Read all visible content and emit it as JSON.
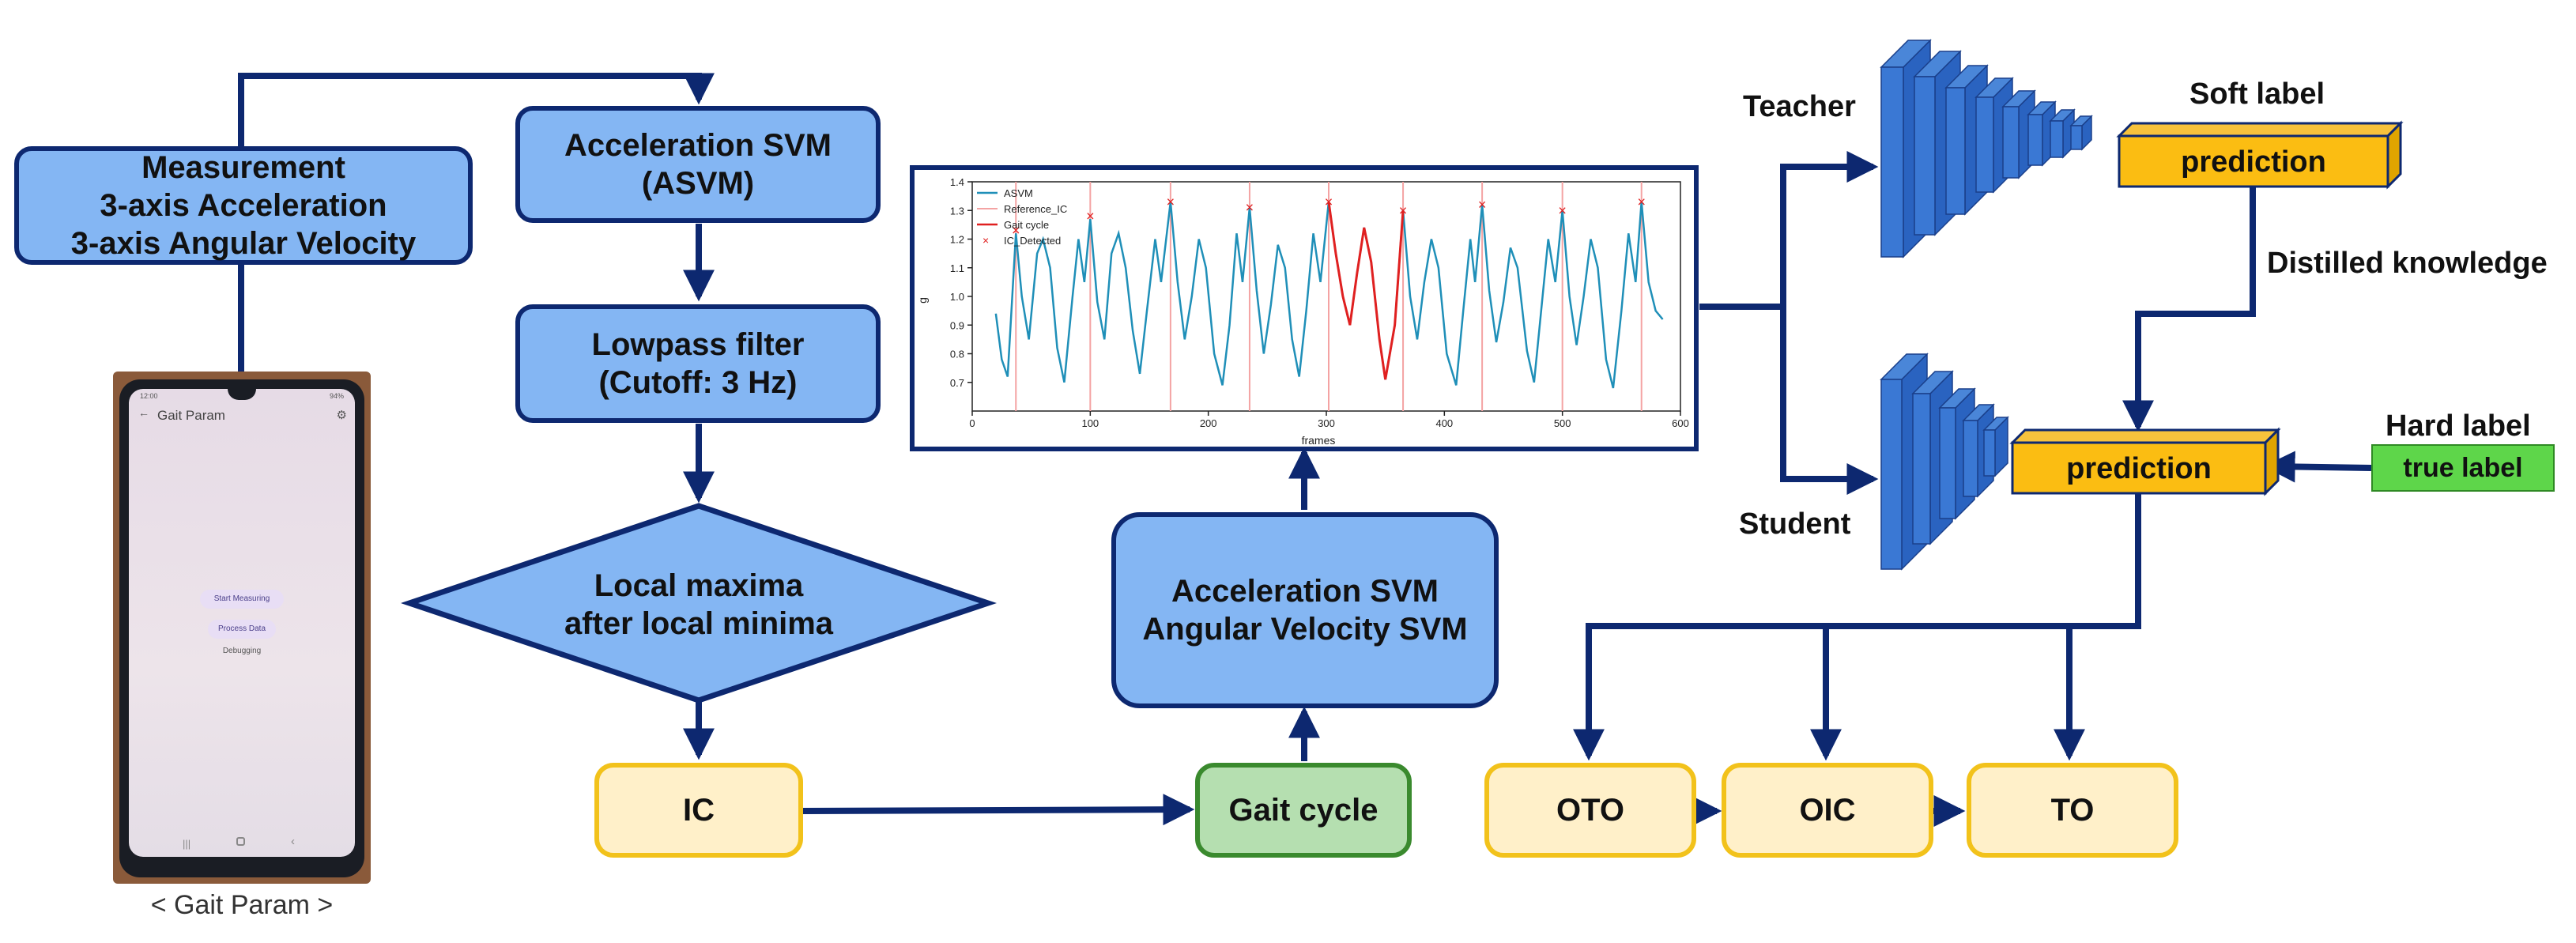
{
  "flow": {
    "measurement": [
      "Measurement",
      "3-axis Acceleration",
      "3-axis Angular Velocity"
    ],
    "asvm": [
      "Acceleration SVM",
      "(ASVM)"
    ],
    "lowpass": [
      "Lowpass filter",
      "(Cutoff: 3 Hz)"
    ],
    "local": [
      "Local maxima",
      "after local minima"
    ],
    "ic": "IC",
    "gait_cycle": "Gait cycle",
    "svm": [
      "Acceleration SVM",
      "Angular Velocity SVM"
    ]
  },
  "phone": {
    "caption": "< Gait Param >",
    "status_left": "12:00",
    "status_right": "94%",
    "app_title": "Gait Param",
    "btn_start": "Start Measuring",
    "btn_process": "Process Data",
    "debug_text": "Debugging"
  },
  "kd": {
    "teacher": "Teacher",
    "student": "Student",
    "soft_label": "Soft label",
    "soft_prediction": "prediction",
    "distilled": "Distilled knowledge",
    "student_prediction": "prediction",
    "hard_label": "Hard label",
    "true_label": "true label",
    "outputs": [
      "OTO",
      "OIC",
      "TO"
    ]
  },
  "chart_data": {
    "type": "line",
    "title": "",
    "xlabel": "frames",
    "ylabel": "g",
    "xlim": [
      0,
      600
    ],
    "ylim": [
      0.6,
      1.4
    ],
    "xticks": [
      0,
      100,
      200,
      300,
      400,
      500,
      600
    ],
    "yticks": [
      0.7,
      0.8,
      0.9,
      1.0,
      1.1,
      1.2,
      1.3,
      1.4
    ],
    "grid": false,
    "legend_position": "top-left",
    "legend": [
      "ASVM",
      "Reference_IC",
      "Gait cycle",
      "IC_Detected"
    ],
    "reference_ic": [
      37,
      100,
      168,
      235,
      302,
      365,
      432,
      500,
      567
    ],
    "ic_detected": [
      [
        37,
        1.23
      ],
      [
        100,
        1.28
      ],
      [
        168,
        1.33
      ],
      [
        235,
        1.31
      ],
      [
        302,
        1.33
      ],
      [
        365,
        1.3
      ],
      [
        432,
        1.32
      ],
      [
        500,
        1.3
      ],
      [
        567,
        1.33
      ]
    ],
    "gait_cycle_range": [
      300,
      366
    ],
    "series": [
      {
        "name": "ASVM",
        "x": [
          20,
          25,
          30,
          37,
          42,
          48,
          55,
          60,
          66,
          72,
          78,
          85,
          90,
          95,
          100,
          106,
          112,
          118,
          124,
          130,
          136,
          142,
          148,
          155,
          160,
          168,
          174,
          180,
          186,
          192,
          198,
          205,
          212,
          218,
          224,
          229,
          235,
          241,
          247,
          253,
          259,
          265,
          271,
          277,
          283,
          289,
          295,
          302,
          308,
          314,
          320,
          326,
          332,
          338,
          345,
          350,
          358,
          365,
          371,
          377,
          383,
          389,
          395,
          402,
          410,
          416,
          422,
          426,
          432,
          438,
          444,
          450,
          456,
          462,
          470,
          476,
          482,
          488,
          494,
          500,
          506,
          512,
          518,
          524,
          530,
          537,
          543,
          550,
          556,
          562,
          567,
          573,
          579,
          585
        ],
        "y": [
          0.94,
          0.78,
          0.72,
          1.22,
          1.0,
          0.85,
          1.15,
          1.2,
          1.1,
          0.82,
          0.7,
          1.0,
          1.2,
          1.05,
          1.27,
          0.98,
          0.85,
          1.15,
          1.22,
          1.1,
          0.88,
          0.73,
          0.95,
          1.2,
          1.05,
          1.33,
          1.05,
          0.85,
          1.0,
          1.2,
          1.1,
          0.8,
          0.69,
          0.9,
          1.22,
          1.05,
          1.31,
          1.02,
          0.8,
          0.97,
          1.18,
          1.1,
          0.85,
          0.72,
          0.95,
          1.22,
          1.05,
          1.33,
          1.15,
          1.0,
          0.9,
          1.08,
          1.24,
          1.12,
          0.85,
          0.71,
          0.9,
          1.3,
          1.0,
          0.85,
          1.05,
          1.2,
          1.1,
          0.8,
          0.69,
          0.95,
          1.2,
          1.05,
          1.32,
          1.02,
          0.84,
          0.98,
          1.17,
          1.1,
          0.81,
          0.7,
          0.95,
          1.2,
          1.05,
          1.3,
          1.0,
          0.83,
          1.0,
          1.2,
          1.1,
          0.78,
          0.68,
          0.95,
          1.22,
          1.05,
          1.33,
          1.05,
          0.95,
          0.92
        ]
      }
    ]
  }
}
